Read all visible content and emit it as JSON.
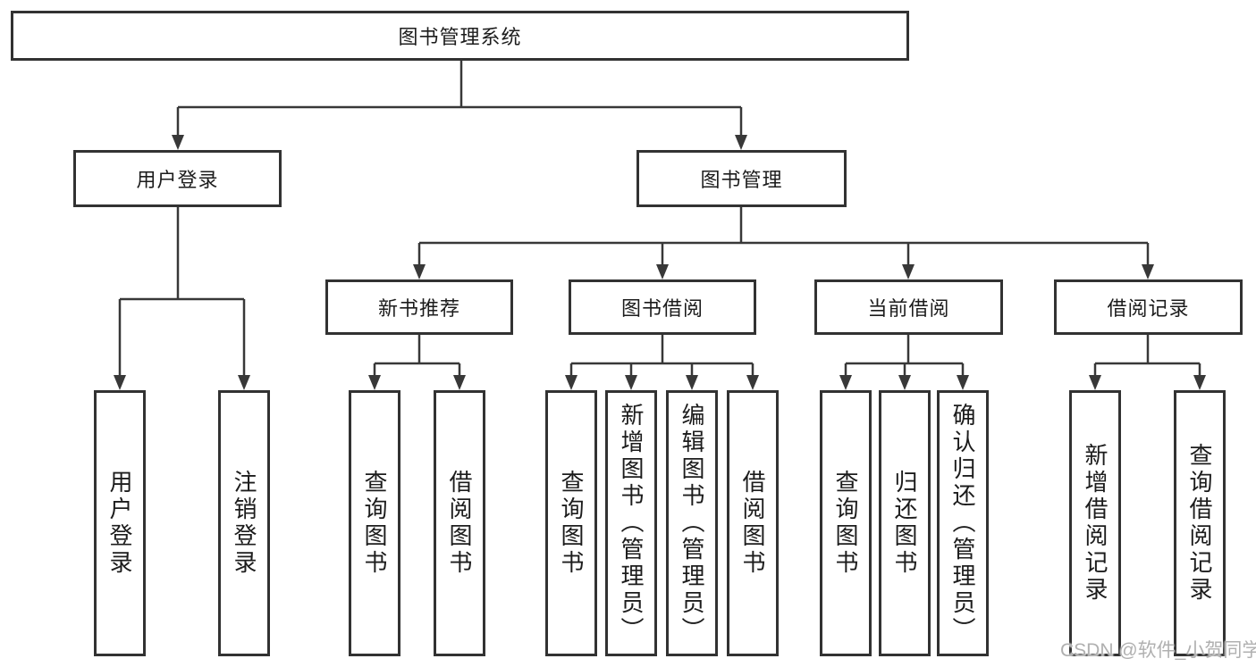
{
  "tree": {
    "label": "图书管理系统",
    "children": [
      {
        "label": "用户登录",
        "children": [
          {
            "label": "用户登录"
          },
          {
            "label": "注销登录"
          }
        ]
      },
      {
        "label": "图书管理",
        "children": [
          {
            "label": "新书推荐",
            "children": [
              {
                "label": "查询图书"
              },
              {
                "label": "借阅图书"
              }
            ]
          },
          {
            "label": "图书借阅",
            "children": [
              {
                "label": "查询图书"
              },
              {
                "label": "新增图书（管理员）"
              },
              {
                "label": "编辑图书（管理员）"
              },
              {
                "label": "借阅图书"
              }
            ]
          },
          {
            "label": "当前借阅",
            "children": [
              {
                "label": "查询图书"
              },
              {
                "label": "归还图书"
              },
              {
                "label": "确认归还（管理员）"
              }
            ]
          },
          {
            "label": "借阅记录",
            "children": [
              {
                "label": "新增借阅记录"
              },
              {
                "label": "查询借阅记录"
              }
            ]
          }
        ]
      }
    ]
  },
  "watermark": {
    "text": "CSDN @软件_小贺同学"
  },
  "colors": {
    "line": "#383838",
    "border": "#323232",
    "text": "#1c1c1c",
    "watermark": "#b0b0b0",
    "background": "#ffffff"
  }
}
